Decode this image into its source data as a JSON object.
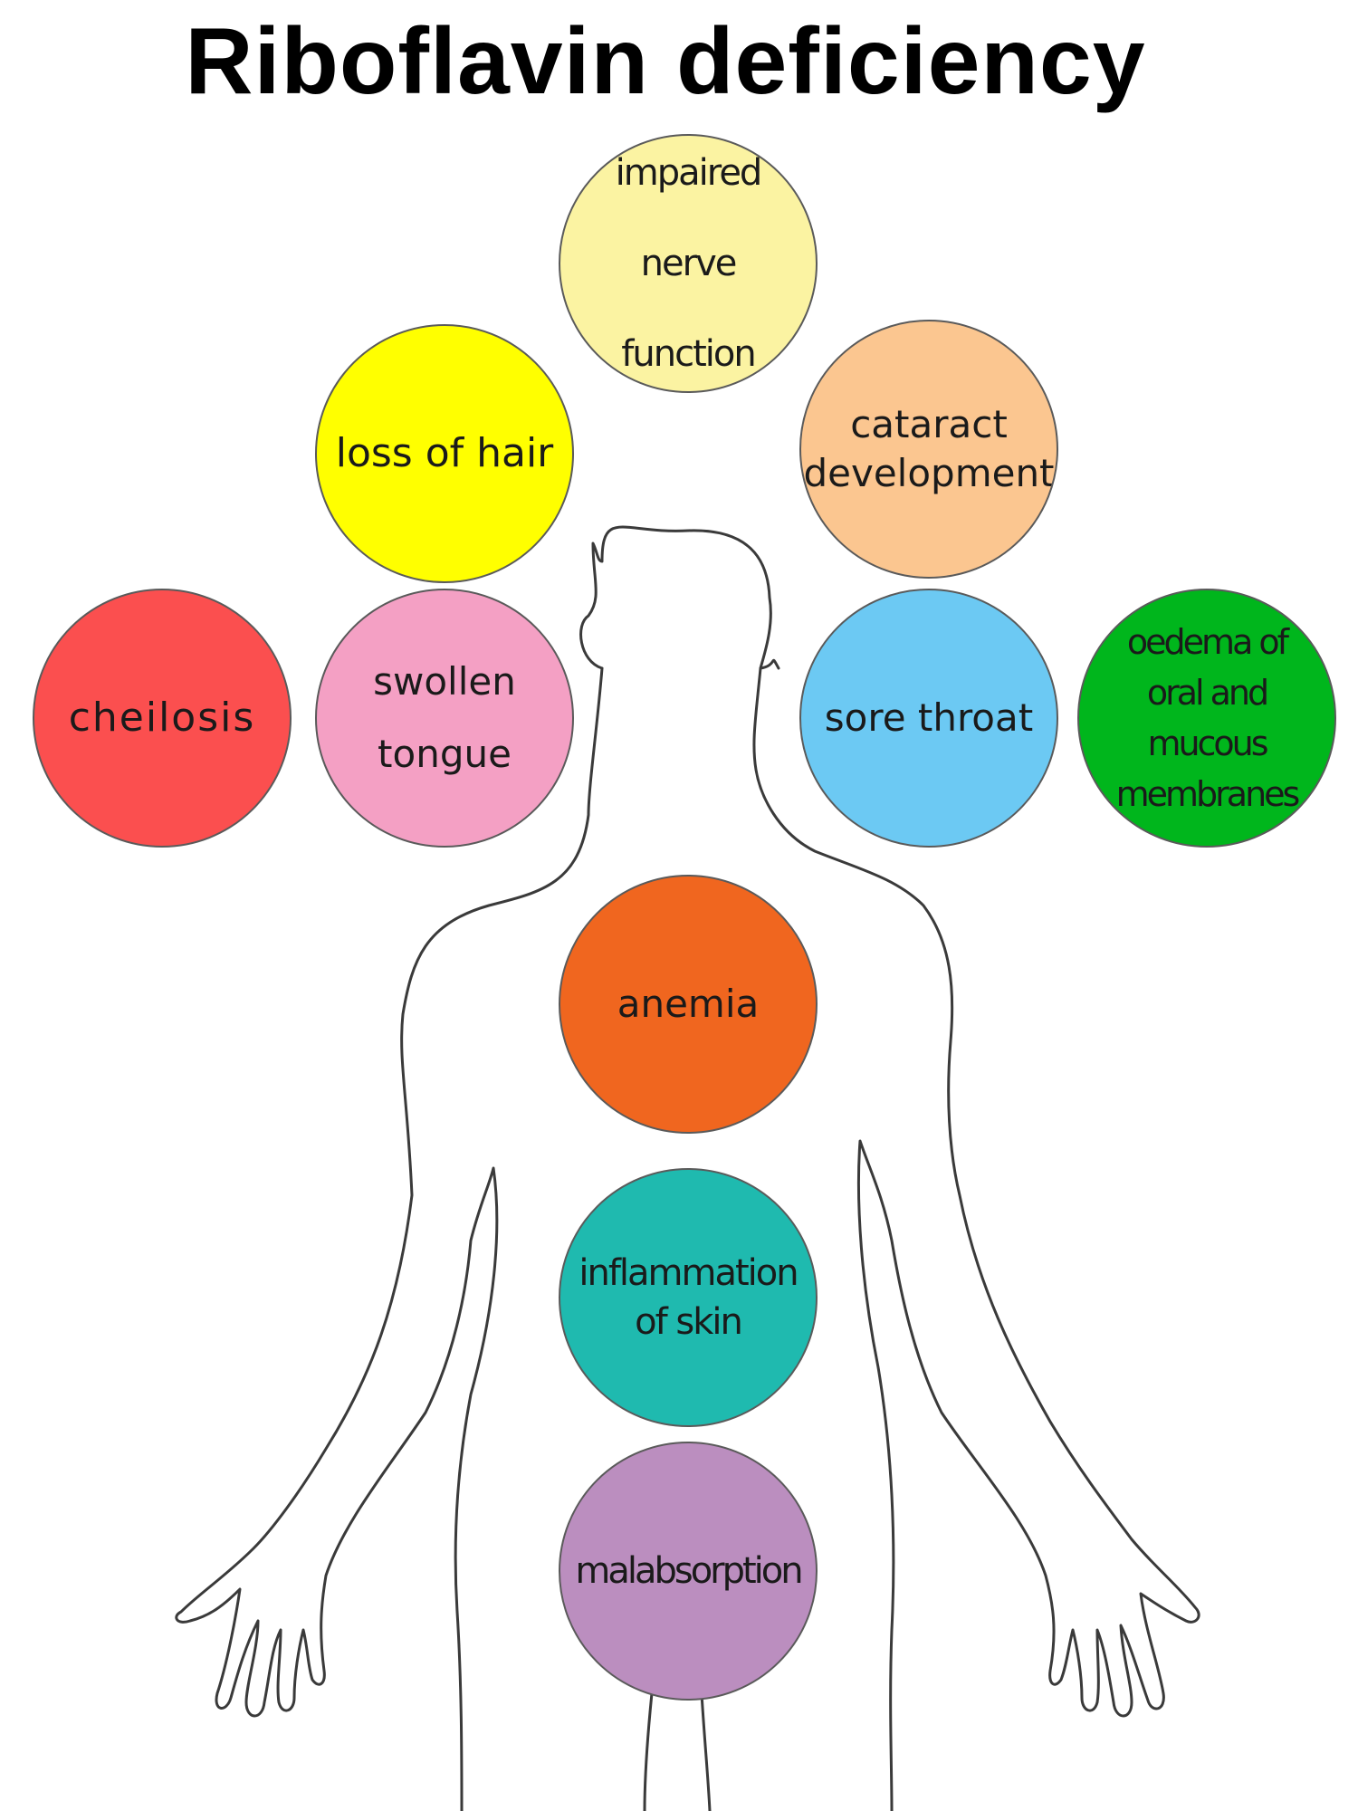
{
  "title": "Riboflavin deficiency",
  "nodes": [
    {
      "id": "nerve",
      "line1": "impaired nerve",
      "line2": "function",
      "color": "#fbf3a2"
    },
    {
      "id": "hair",
      "line1": "loss of hair",
      "line2": "",
      "color": "#ffff00"
    },
    {
      "id": "cataract",
      "line1": "cataract",
      "line2": "development",
      "color": "#fbc690"
    },
    {
      "id": "cheilosis",
      "line1": "cheilosis",
      "line2": "",
      "color": "#fb4f4f"
    },
    {
      "id": "tongue",
      "line1": "swollen",
      "line2": "tongue",
      "color": "#f4a0c4"
    },
    {
      "id": "throat",
      "line1": "sore throat",
      "line2": "",
      "color": "#6cc9f3"
    },
    {
      "id": "oedema",
      "line1": "oedema of",
      "line2": "oral and mucous",
      "line3": "membranes",
      "color": "#00b61c"
    },
    {
      "id": "anemia",
      "line1": "anemia",
      "line2": "",
      "color": "#f0661f"
    },
    {
      "id": "skin",
      "line1": "inflammation",
      "line2": "of skin",
      "color": "#1fbaaf"
    },
    {
      "id": "malab",
      "line1": "malabsorption",
      "line2": "",
      "color": "#bb8ebf"
    }
  ]
}
